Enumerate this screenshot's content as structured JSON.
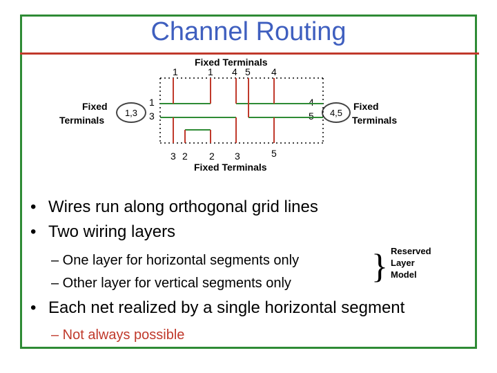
{
  "title": "Channel Routing",
  "diagram": {
    "top_label_single": "1",
    "top_header": "Fixed Terminals",
    "top_numbers": [
      "1",
      "4",
      "5",
      "4"
    ],
    "left_header_line1": "Fixed",
    "left_header_line2": "Terminals",
    "left_oval": "1,3",
    "left_num_top": "1",
    "left_num_bottom": "3",
    "right_num_top": "4",
    "right_num_bottom": "5",
    "right_oval": "4,5",
    "right_header_line1": "Fixed",
    "right_header_line2": "Terminals",
    "bottom_numbers": [
      "3",
      "2",
      "2",
      "3",
      "5"
    ],
    "bottom_header": "Fixed Terminals"
  },
  "bullets": {
    "b1": "Wires run along orthogonal grid lines",
    "b2": "Two wiring layers",
    "b2_sub1": "– One layer for horizontal segments only",
    "b2_sub2": "– Other layer for vertical segments only",
    "b3": "Each net realized by a single horizontal segment",
    "b3_sub1": "– Not always possible",
    "bullet_char": "•"
  },
  "aside": {
    "line1": "Reserved",
    "line2": "Layer",
    "line3": "Model",
    "brace": "}"
  },
  "colors": {
    "title": "#3f5fbf",
    "frame": "#2e8b35",
    "title_rule": "#c0392b",
    "wire_horizontal": "#2e8b35",
    "wire_vertical": "#c0392b",
    "emphasis": "#c0392b"
  }
}
